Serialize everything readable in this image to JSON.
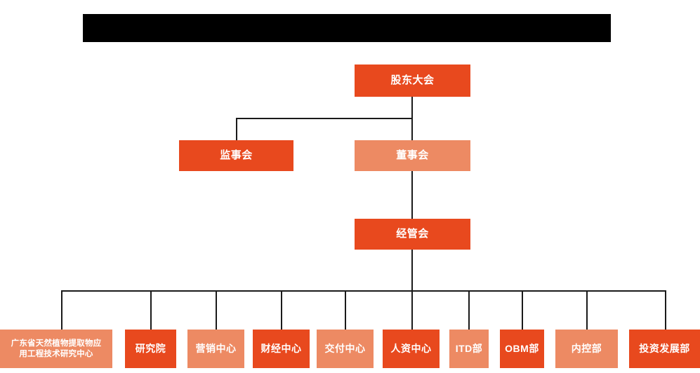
{
  "chart_data": {
    "type": "diagram",
    "title": "",
    "diagram_kind": "organization-chart",
    "orientation": "top-down",
    "colors": {
      "primary": "#e8491e",
      "secondary": "#ed8a63",
      "connector": "#1a1a1a",
      "background": "#ffffff",
      "redaction": "#000000",
      "node_text": "#ffffff"
    },
    "levels": [
      {
        "level": 1,
        "labels": [
          "股东大会"
        ]
      },
      {
        "level": 2,
        "labels": [
          "监事会",
          "董事会"
        ]
      },
      {
        "level": 3,
        "labels": [
          "经管会"
        ]
      },
      {
        "level": 4,
        "labels": [
          "广东省天然植物提取物应用工程技术研究中心",
          "研究院",
          "营销中心",
          "财经中心",
          "交付中心",
          "人资中心",
          "ITD部",
          "OBM部",
          "内控部",
          "投资发展部"
        ]
      }
    ]
  },
  "header": {
    "redaction_label": ""
  },
  "nodes": {
    "shareholders_meeting": {
      "label": "股东大会",
      "style": "primary"
    },
    "board_of_supervisors": {
      "label": "监事会",
      "style": "primary"
    },
    "board_of_directors": {
      "label": "董事会",
      "style": "secondary"
    },
    "management_committee": {
      "label": "经管会",
      "style": "primary"
    }
  },
  "departments": [
    {
      "label": "广东省天然植物提取物应\n用工程技术研究中心",
      "style": "secondary"
    },
    {
      "label": "研究院",
      "style": "primary"
    },
    {
      "label": "营销中心",
      "style": "secondary"
    },
    {
      "label": "财经中心",
      "style": "primary"
    },
    {
      "label": "交付中心",
      "style": "secondary"
    },
    {
      "label": "人资中心",
      "style": "primary"
    },
    {
      "label": "ITD部",
      "style": "secondary"
    },
    {
      "label": "OBM部",
      "style": "primary"
    },
    {
      "label": "内控部",
      "style": "secondary"
    },
    {
      "label": "投资发展部",
      "style": "primary"
    }
  ]
}
